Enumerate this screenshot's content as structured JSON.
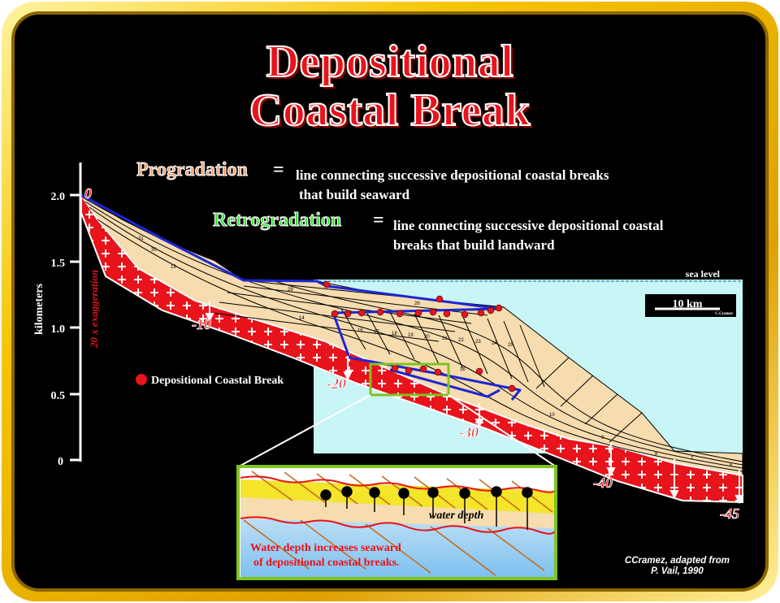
{
  "title": {
    "line1": "Depositional",
    "line2": "Coastal Break"
  },
  "legend": {
    "progradation_term": "Progradation",
    "progradation_eq": "=",
    "progradation_desc_1": "line connecting successive depositional coastal breaks",
    "progradation_desc_2": "that build seaward",
    "retrogradation_term": "Retrogradation",
    "retrogradation_eq": "=",
    "retrogradation_desc_1": "line connecting successive depositional coastal",
    "retrogradation_desc_2": "breaks that build landward",
    "marker_label": "Depositional Coastal Break"
  },
  "axis": {
    "label": "kilometers",
    "exaggeration": "20 x exaggeration",
    "ticks": [
      "2.0",
      "1.5",
      "1.0",
      "0.5",
      "0"
    ]
  },
  "depth_labels": [
    "0",
    "-10",
    "-20",
    "-30",
    "-40",
    "-45"
  ],
  "sea_level_label": "sea level",
  "scale_label": "10 km",
  "scale_credit": "C.Cramez",
  "sequence_numbers": [
    "29",
    "26",
    "14",
    "16",
    "17",
    "18",
    "19",
    "20",
    "21",
    "22",
    "23",
    "24",
    "25",
    "12",
    "10",
    "9",
    "8",
    "7",
    "6",
    "31",
    "30",
    "19"
  ],
  "inset": {
    "water_depth_label": "water depth",
    "caption_1": "Water depth increases seaward",
    "caption_2": "of depositional coastal breaks."
  },
  "credit": {
    "line1": "CCramez, adapted from",
    "line2": "P. Vail, 1990"
  },
  "colors": {
    "frame_gold": "#f5c400",
    "background": "#000000",
    "title_red": "#e8131b",
    "progradation": "#f0a070",
    "retrogradation": "#39e03a",
    "sea": "#c8f5f5",
    "sediment": "#f6dcae",
    "basement": "#e8131b",
    "trajectory": "#1d26d6",
    "inset_border": "#7ec41f"
  }
}
